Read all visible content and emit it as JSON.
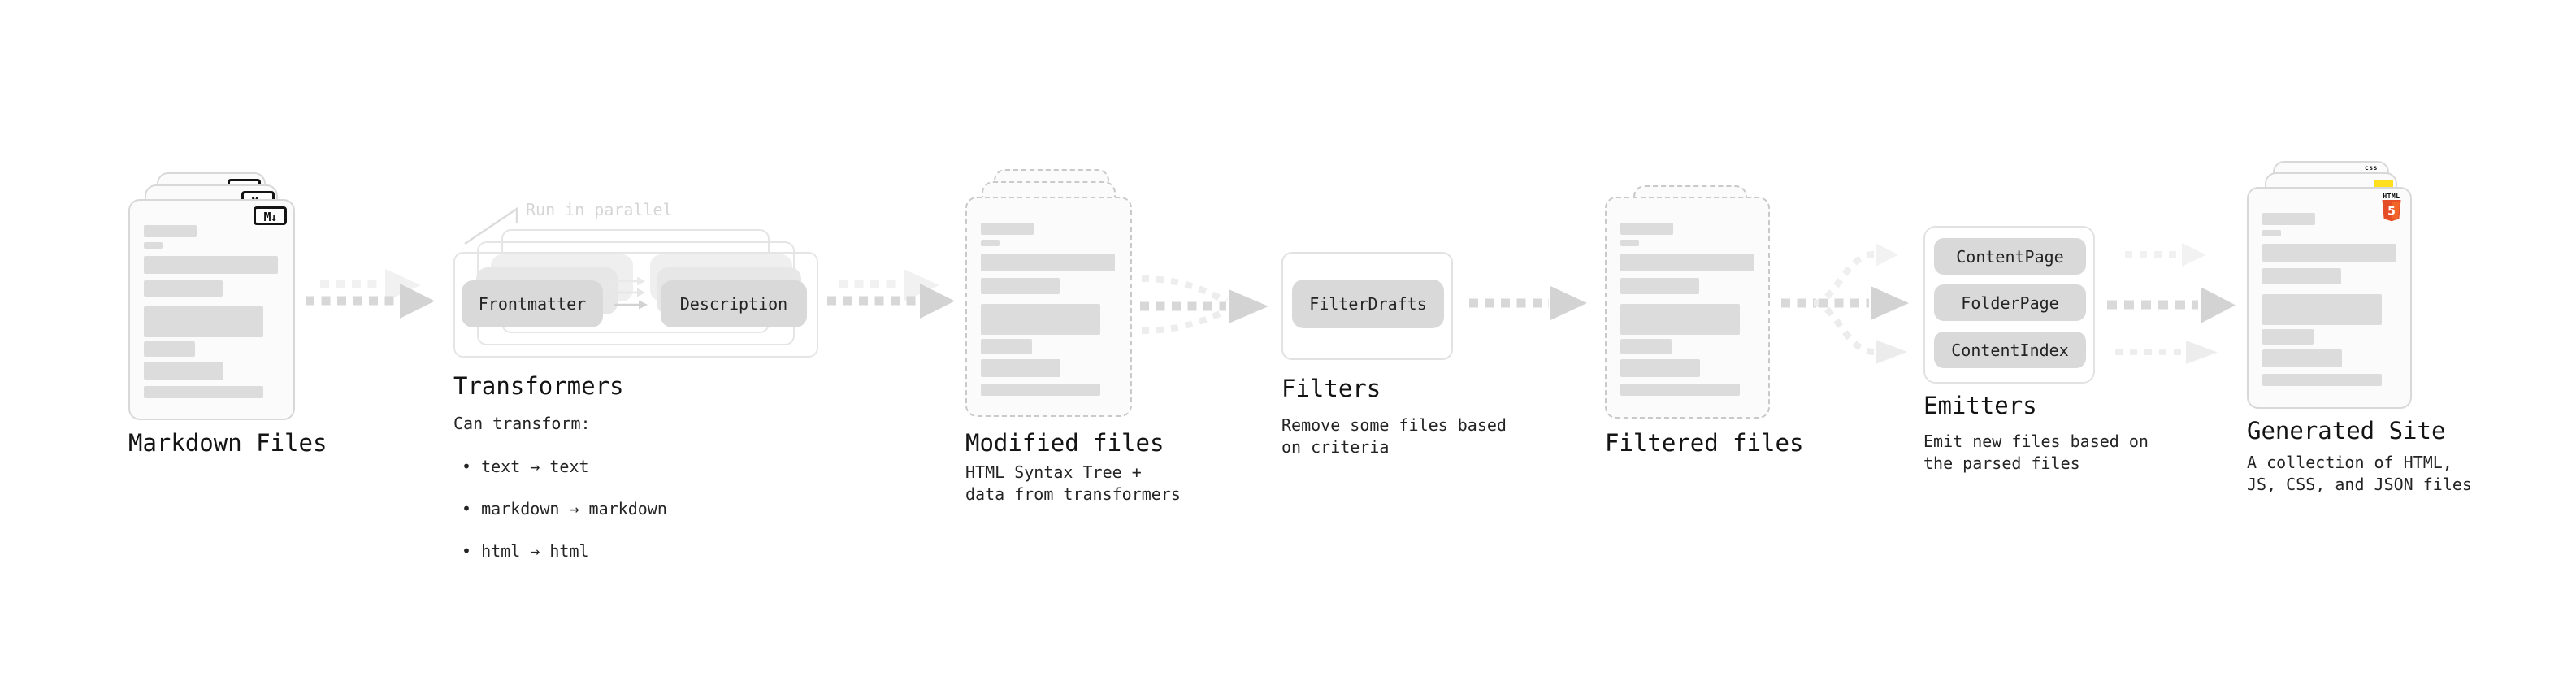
{
  "stages": {
    "markdown_files": {
      "label": "Markdown Files",
      "badge": "M↓"
    },
    "transformers": {
      "label": "Transformers",
      "note": "Run in parallel",
      "pills": [
        "Frontmatter",
        "Description"
      ],
      "desc_title": "Can transform:",
      "bullets": [
        "• text → text",
        "• markdown → markdown",
        "• html → html"
      ]
    },
    "modified_files": {
      "label": "Modified files",
      "desc": "HTML Syntax Tree +\ndata from transformers"
    },
    "filters": {
      "label": "Filters",
      "pill": "FilterDrafts",
      "desc": "Remove some files based\non criteria"
    },
    "filtered_files": {
      "label": "Filtered files"
    },
    "emitters": {
      "label": "Emitters",
      "pills": [
        "ContentPage",
        "FolderPage",
        "ContentIndex"
      ],
      "desc": "Emit new files based on\nthe parsed files"
    },
    "generated_site": {
      "label": "Generated Site",
      "desc": "A collection of HTML,\nJS, CSS, and JSON files",
      "badges": {
        "css_label": "css",
        "html_wordmark": "HTML",
        "html_numeral": "5"
      }
    }
  },
  "colors": {
    "html5_orange": "#e44d26",
    "html5_orange_light": "#f16529",
    "js_yellow": "#ffdf1e",
    "css_blue": "#2b62e9",
    "card_border": "#d8d8d8",
    "dashed_border": "#c9c9c9",
    "pill_gray": "#d9d9d9",
    "arrow_gray": "#d3d3d3",
    "ghost_gray": "#f1f1f1",
    "text_dark": "#141414",
    "note_gray": "#d5d5d5"
  }
}
